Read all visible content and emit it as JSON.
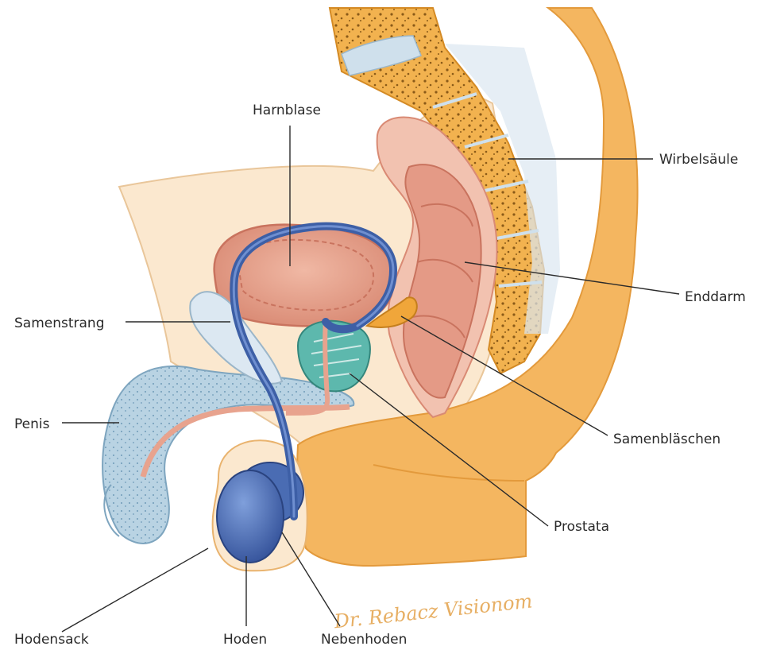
{
  "labels": {
    "harnblase": "Harnblase",
    "wirbelsaeule": "Wirbelsäule",
    "enddarm": "Enddarm",
    "samenstrang": "Samenstrang",
    "penis": "Penis",
    "samenblaeschen": "Samenbläschen",
    "prostata": "Prostata",
    "hodensack": "Hodensack",
    "hoden": "Hoden",
    "nebenhoden": "Nebenhoden"
  },
  "signature": "Dr. Rebacz Visionom",
  "colors": {
    "skin": "#fbe8cf",
    "skin_edge": "#e9b36e",
    "bone": "#f2b24f",
    "bone_dots": "#8a5a18",
    "disc": "#cfe0ec",
    "bladder": "#e8a38e",
    "rectum": "#e49a86",
    "vas_deferens": "#3d5fa6",
    "testis": "#5a7fc6",
    "prostate": "#5db8ad",
    "penis_tissue": "#b9d3e3",
    "seminal_vesicle": "#f0a63a",
    "muscle": "#f4b660",
    "label_text": "#2a2a2a"
  }
}
